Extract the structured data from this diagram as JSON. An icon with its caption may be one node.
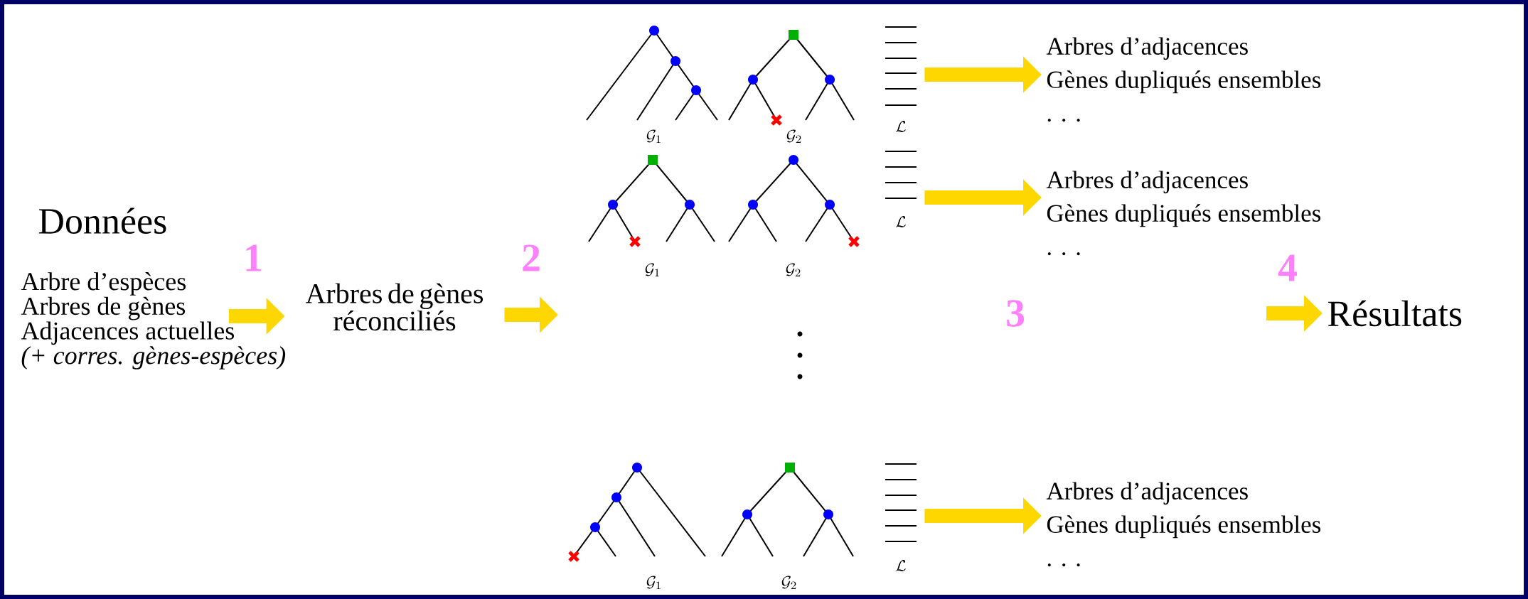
{
  "diagram": {
    "nodes": [
      {
        "text": [
          "Données",
          "Arbre d’espèces",
          "Arbres de gènes",
          "Adjacences actuelles",
          "(+ corres. gènes-espèces)"
        ]
      },
      {
        "text": [
          "Arbres de gènes réconciliés"
        ]
      },
      {
        "text": [],
        "shape": "picture"
      },
      {
        "text": [],
        "shape": "picture"
      },
      {
        "text": [],
        "shape": "picture"
      },
      {
        "text": [
          "Arbres d’adjacences",
          "Gènes dupliqués ensembles",
          ". . ."
        ]
      },
      {
        "text": [
          "Arbres d’adjacences",
          "Gènes dupliqués ensembles",
          ". . ."
        ]
      },
      {
        "text": [
          "Arbres d’adjacences",
          "Gènes dupliqués ensembles",
          ". . ."
        ]
      },
      {
        "text": [
          "Résultats"
        ]
      }
    ],
    "edges": [
      {
        "from": 0,
        "to": 1,
        "arrow": "to",
        "label": "1"
      },
      {
        "from": 1,
        "to": null,
        "arrow": "to",
        "label": "2"
      },
      {
        "from": 2,
        "to": 5,
        "arrow": "to"
      },
      {
        "from": 3,
        "to": 6,
        "arrow": "to"
      },
      {
        "from": 4,
        "to": 7,
        "arrow": "to"
      },
      {
        "from": null,
        "to": 8,
        "arrow": "to",
        "label": "4"
      }
    ],
    "labels": [
      "\\mathcal{G}_1",
      "\\mathcal{G}_2",
      "\\mathcal{L}",
      "\\mathcal{G}_1",
      "\\mathcal{G}_2",
      "\\mathcal{L}",
      "3",
      "\\mathcal{G}_1",
      "\\mathcal{G}_2",
      "\\mathcal{L}"
    ]
  }
}
